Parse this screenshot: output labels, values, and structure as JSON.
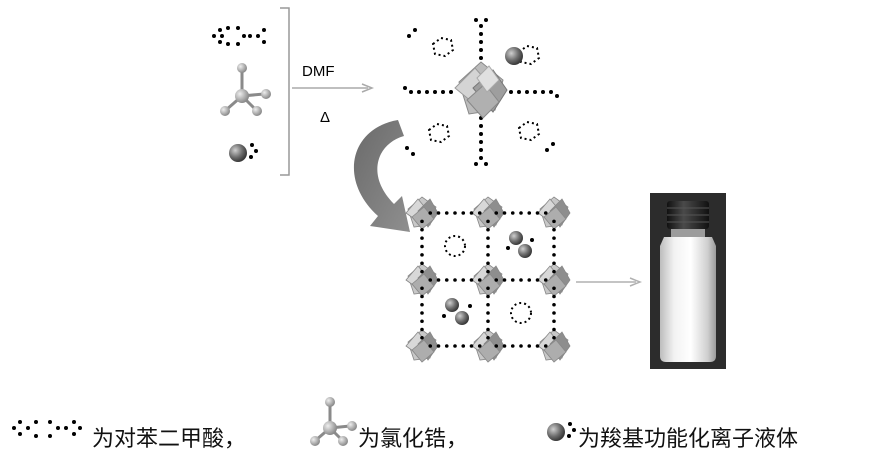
{
  "reaction": {
    "solvent_label": "DMF",
    "heat_label": "Δ"
  },
  "legend": {
    "terephthalic_acid": "为对苯二甲酸，",
    "zirconium_chloride": "为氯化锆，",
    "ionic_liquid": "为羧基功能化离子液体"
  },
  "colors": {
    "polyhedron_light": "#c8c8c8",
    "polyhedron_dark": "#8e8e8e",
    "atom_dark": "#555555",
    "arrow_gray": "#7a7a7a",
    "vial_cap": "#2a2a2a"
  }
}
